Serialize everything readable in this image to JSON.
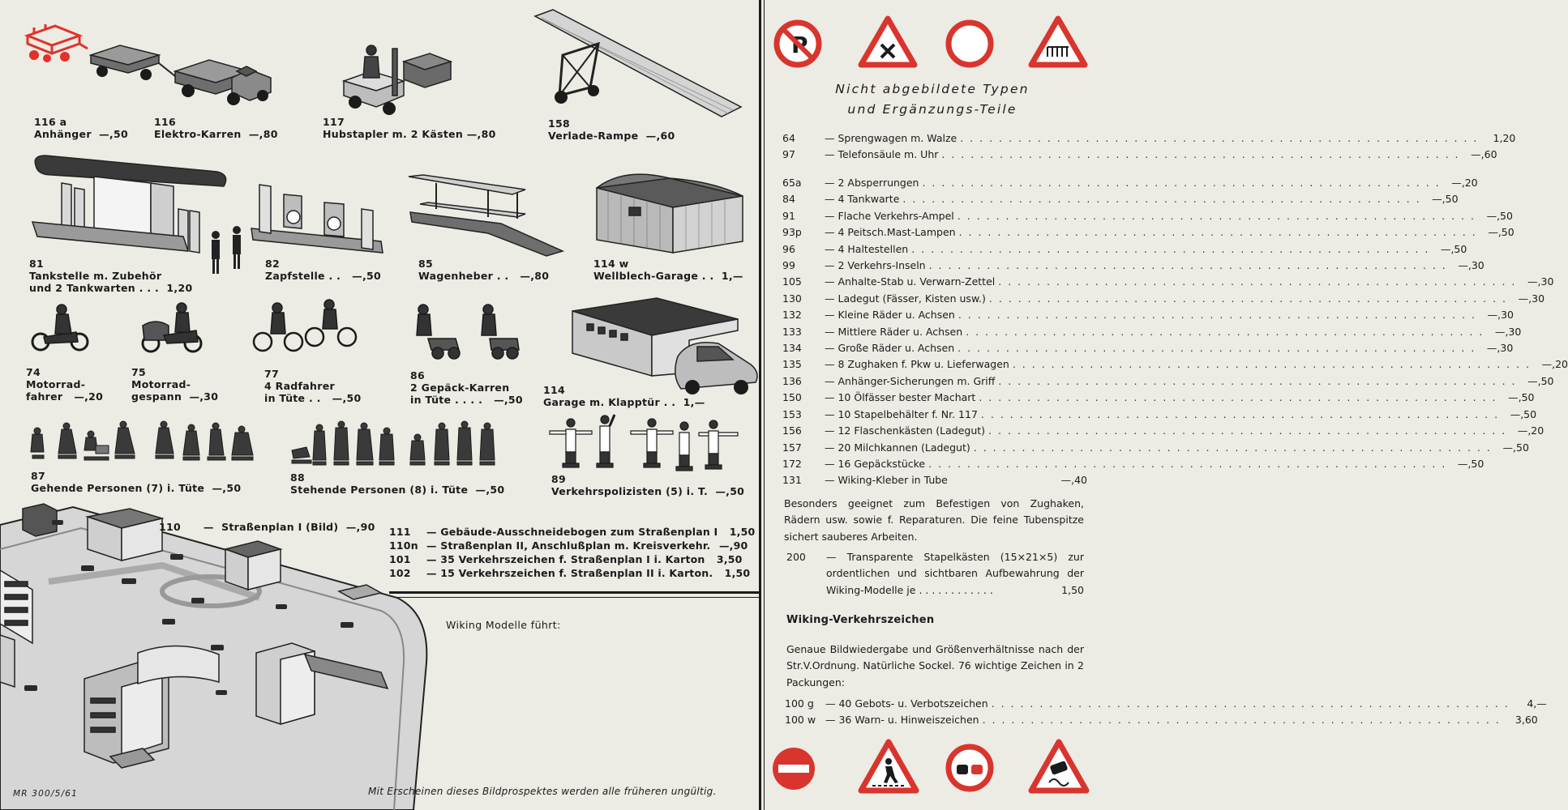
{
  "models_row1": [
    {
      "num": "116 a",
      "label": "Anhänger  —,50"
    },
    {
      "num": "116",
      "label": "Elektro-Karren  —,80"
    },
    {
      "num": "117",
      "label": "Hubstapler m. 2 Kästen —,80"
    },
    {
      "num": "158",
      "label": "Verlade-Rampe  —,60"
    }
  ],
  "models_row2": [
    {
      "num": "81",
      "label": "Tankstelle m. Zubehör",
      "label2": "und 2 Tankwarten . . .  1,20"
    },
    {
      "num": "82",
      "label": "Zapfstelle . .   —,50"
    },
    {
      "num": "85",
      "label": "Wagenheber . .   —,80"
    },
    {
      "num": "114 w",
      "label": "Wellblech-Garage . .  1,—"
    }
  ],
  "models_row3": [
    {
      "num": "74",
      "label": "Motorrad-",
      "label2": "fahrer   —,20"
    },
    {
      "num": "75",
      "label": "Motorrad-",
      "label2": "gespann  —,30"
    },
    {
      "num": "77",
      "label": "4 Radfahrer",
      "label2": "in Tüte . .   —,50"
    },
    {
      "num": "86",
      "label": "2 Gepäck-Karren",
      "label2": "in Tüte . . . .   —,50"
    },
    {
      "num": "114",
      "label": "Garage m. Klapptür . .  1,—"
    }
  ],
  "models_row4": [
    {
      "num": "87",
      "label": "Gehende Personen (7) i. Tüte  —,50"
    },
    {
      "num": "88",
      "label": "Stehende Personen (8) i. Tüte  —,50"
    },
    {
      "num": "89",
      "label": "Verkehrspolizisten (5) i. T.  —,50"
    }
  ],
  "strassenplan": {
    "num": "110",
    "label": "—  Straßenplan I (Bild)  —,90"
  },
  "lower_items": [
    {
      "num": "111",
      "desc": "— Gebäude-Ausschneidebogen zum Straßenplan I",
      "price": "1,50"
    },
    {
      "num": "110n",
      "desc": "— Straßenplan II, Anschlußplan m. Kreisverkehr.",
      "price": "—,90"
    },
    {
      "num": "101",
      "desc": "— 35 Verkehrszeichen f. Straßenplan I i. Karton",
      "price": "3,50"
    },
    {
      "num": "102",
      "desc": "— 15 Verkehrszeichen f. Straßenplan II i. Karton.",
      "price": "1,50"
    }
  ],
  "dealer_box": {
    "label": "Wiking Modelle führt:"
  },
  "footer_note": "Mit Erscheinen dieses Bildprospektes werden alle früheren ungültig.",
  "print_code": "MR 300/5/61",
  "right": {
    "title_line1": "Nicht abgebildete Typen",
    "title_line2": "und Ergänzungs-Teile",
    "group1": [
      {
        "num": "64",
        "desc": "— Sprengwagen m. Walze",
        "price": "1,20"
      },
      {
        "num": "97",
        "desc": "— Telefonsäule m. Uhr",
        "price": "—,60"
      }
    ],
    "group2": [
      {
        "num": "65a",
        "desc": "— 2 Absperrungen",
        "price": "—,20"
      },
      {
        "num": "84",
        "desc": "— 4 Tankwarte",
        "price": "—,50"
      },
      {
        "num": "91",
        "desc": "— Flache Verkehrs-Ampel",
        "price": "—,50"
      },
      {
        "num": "93p",
        "desc": "— 4 Peitsch.Mast-Lampen",
        "price": "—,50"
      },
      {
        "num": "96",
        "desc": "— 4 Haltestellen",
        "price": "—,50"
      },
      {
        "num": "99",
        "desc": "— 2 Verkehrs-Inseln",
        "price": "—,30"
      },
      {
        "num": "105",
        "desc": "— Anhalte-Stab u. Verwarn-Zettel",
        "price": "—,30"
      },
      {
        "num": "130",
        "desc": "— Ladegut (Fässer, Kisten usw.)",
        "price": "—,30"
      },
      {
        "num": "132",
        "desc": "— Kleine Räder u. Achsen",
        "price": "—,30"
      },
      {
        "num": "133",
        "desc": "— Mittlere Räder u. Achsen",
        "price": "—,30"
      },
      {
        "num": "134",
        "desc": "— Große Räder u. Achsen",
        "price": "—,30"
      },
      {
        "num": "135",
        "desc": "— 8 Zughaken f. Pkw u. Lieferwagen",
        "price": "—,20"
      },
      {
        "num": "136",
        "desc": "— Anhänger-Sicherungen m. Griff",
        "price": "—,50"
      },
      {
        "num": "150",
        "desc": "— 10 Ölfässer bester Machart",
        "price": "—,50"
      },
      {
        "num": "153",
        "desc": "— 10 Stapelbehälter f. Nr. 117",
        "price": "—,50"
      },
      {
        "num": "156",
        "desc": "— 12 Flaschenkästen (Ladegut)",
        "price": "—,20"
      },
      {
        "num": "157",
        "desc": "— 20 Milchkannen (Ladegut)",
        "price": "—,50"
      },
      {
        "num": "172",
        "desc": "— 16 Gepäckstücke",
        "price": "—,50"
      },
      {
        "num": "131",
        "desc": "— Wiking-Kleber in Tube",
        "price": "—,40"
      }
    ],
    "kleber_note": "Besonders geeignet zum Befestigen von Zughaken, Rädern usw. sowie f. Reparaturen. Die feine Tubenspitze sichert sauberes Arbeiten.",
    "item200_num": "200",
    "item200_desc": "— Transparente Stapelkästen (15×21×5) zur ordentlichen und sichtbaren Aufbewahrung der Wiking-Modelle je",
    "item200_price": "1,50",
    "vz_heading": "Wiking-Verkehrszeichen",
    "vz_text": "Genaue Bildwiedergabe und Größenverhältnisse nach der Str.V.Ordnung. Natürliche Sockel. 76 wichtige Zeichen in 2 Packungen:",
    "vz_items": [
      {
        "num": "100 g",
        "desc": "— 40 Gebots- u. Verbotszeichen",
        "price": "4,—"
      },
      {
        "num": "100 w",
        "desc": "— 36 Warn- u. Hinweiszeichen",
        "price": "3,60"
      }
    ]
  },
  "colors": {
    "paper": "#ecebe4",
    "ink": "#1b1b1b",
    "sign_red": "#d8352e",
    "trailer_red": "#e0322a"
  },
  "icons": [
    "no-parking-sign-icon",
    "crossroads-warning-sign-icon",
    "no-vehicles-sign-icon",
    "level-crossing-sign-icon",
    "no-entry-sign-icon",
    "pedestrian-warning-sign-icon",
    "no-overtaking-sign-icon",
    "slippery-road-sign-icon"
  ]
}
